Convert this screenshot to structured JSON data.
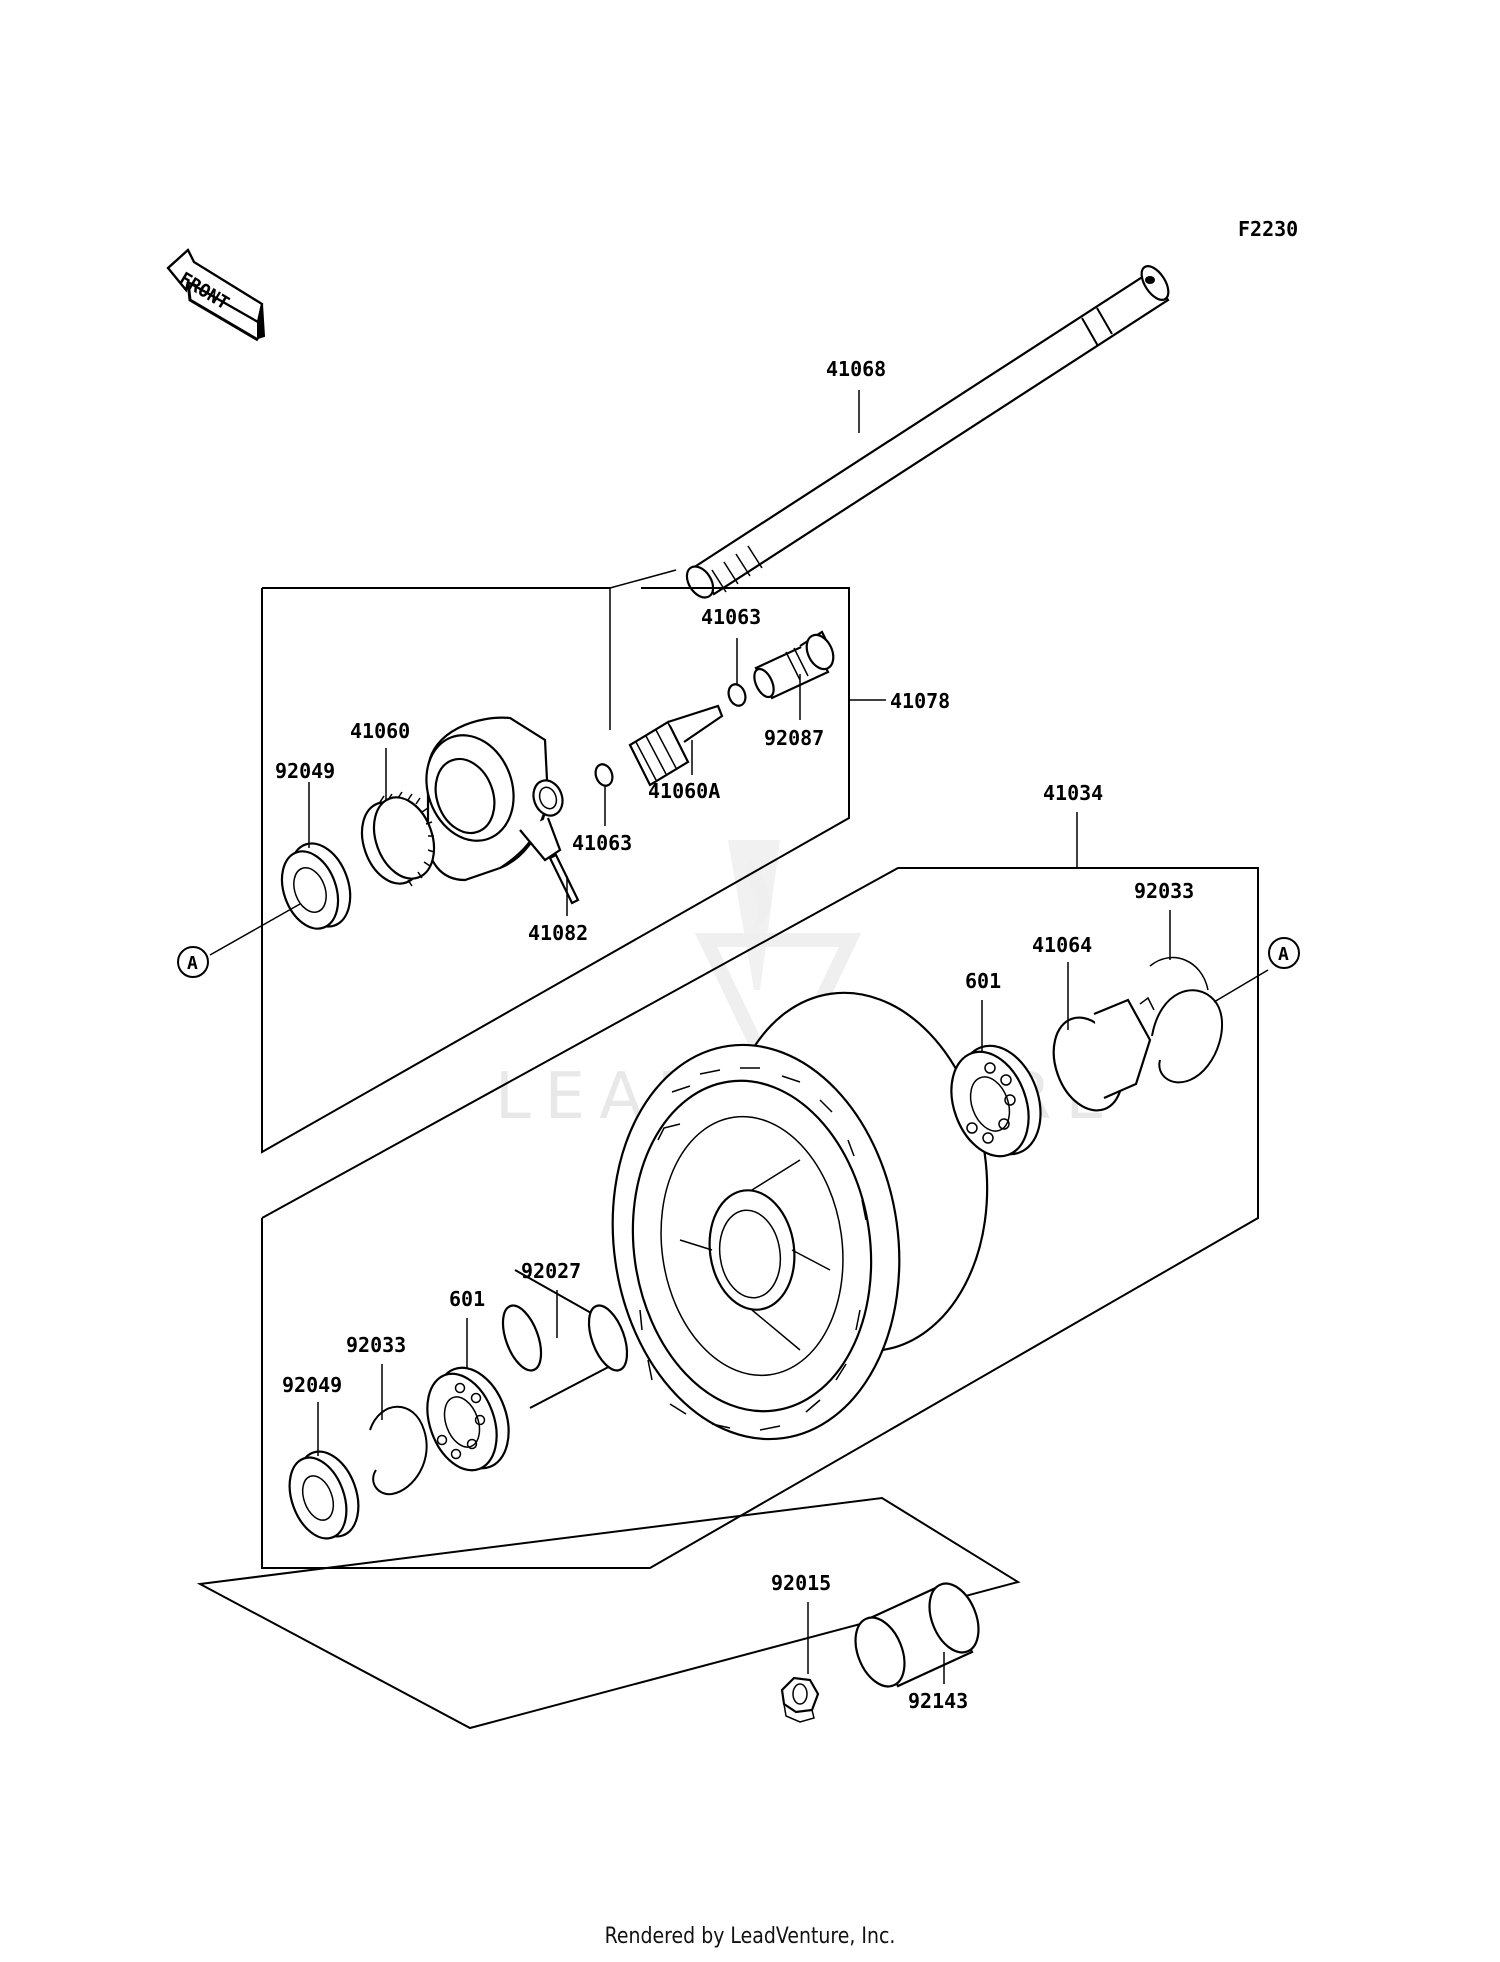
{
  "figure_code": "F2230",
  "front_arrow_label": "FRONT",
  "watermark": "LEADVENTURE",
  "callouts": {
    "axle": "41068",
    "gearbox_assembly": "41078",
    "drive_gear": "41060",
    "pinion": "41060A",
    "washer_top": "41063",
    "washer_mid": "41063",
    "pin": "41082",
    "sleeve": "92087",
    "oil_seal_left": "92049",
    "wheel_assembly": "41034",
    "circlip_right": "92033",
    "retainer": "41064",
    "bearing_right": "601",
    "spacer": "92027",
    "bearing_left": "601",
    "circlip_left": "92033",
    "oil_seal_lower": "92049",
    "nut": "92015",
    "collar": "92143"
  },
  "connectors": {
    "left": "A",
    "right": "A"
  },
  "footer": "Rendered by LeadVenture, Inc."
}
